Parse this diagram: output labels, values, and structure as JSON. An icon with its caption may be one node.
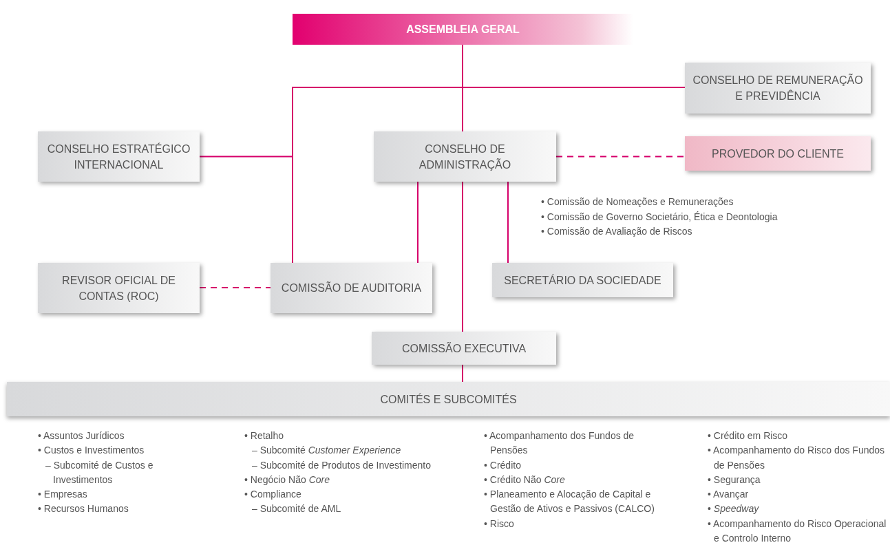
{
  "diagram": {
    "nodes": [
      {
        "text": [
          "ASSEMBLEIA GERAL"
        ]
      },
      {
        "text": [
          "CONSELHO DE REMUNERAÇÃO E PREVIDÊNCIA"
        ]
      },
      {
        "text": [
          "CONSELHO ESTRATÉGICO INTERNACIONAL"
        ]
      },
      {
        "text": [
          "CONSELHO DE ADMINISTRAÇÃO"
        ],
        "beside": [
          "• Comissão de Nomeações e Remunerações",
          "• Comissão de Governo Societário, Ética e Deontologia",
          "• Comissão de Avaliação de Riscos"
        ]
      },
      {
        "text": [
          "PROVEDOR DO CLIENTE"
        ]
      },
      {
        "text": [
          "REVISOR OFICIAL DE CONTAS (ROC)"
        ]
      },
      {
        "text": [
          "COMISSÃO DE AUDITORIA"
        ]
      },
      {
        "text": [
          "SECRETÁRIO DA SOCIEDADE"
        ]
      },
      {
        "text": [
          "COMISSÃO EXECUTIVA"
        ]
      },
      {
        "text": [
          "COMITÉS E SUBCOMITÉS"
        ]
      }
    ],
    "edges": [
      {
        "from": 0,
        "to": 3,
        "arrow": "none"
      },
      {
        "from": 0,
        "to": 1,
        "arrow": "none"
      },
      {
        "from": 0,
        "to": 6,
        "arrow": "none"
      },
      {
        "from": 2,
        "to": 0,
        "arrow": "none"
      },
      {
        "from": 3,
        "to": 4,
        "arrow": "none",
        "style": "dashed"
      },
      {
        "from": 3,
        "to": 6,
        "arrow": "none"
      },
      {
        "from": 3,
        "to": 7,
        "arrow": "none"
      },
      {
        "from": 3,
        "to": 8,
        "arrow": "none"
      },
      {
        "from": 8,
        "to": 9,
        "arrow": "none"
      },
      {
        "from": 5,
        "to": 6,
        "arrow": "none",
        "style": "dashed"
      }
    ],
    "labels": [
      "• Assuntos Jurídicos",
      "• Custos e Investimentos",
      "– Subcomité de Custos e Investimentos",
      "• Empresas",
      "• Recursos Humanos",
      "• Retalho",
      "– Subcomité *Customer Experience*",
      "– Subcomité de Produtos de Investimento",
      "• Negócio Não *Core*",
      "• Compliance",
      "– Subcomité de AML",
      "• Acompanhamento dos Fundos de Pensões",
      "• Crédito",
      "• Crédito Não *Core*",
      "• Planeamento e Alocação de Capital e Gestão de Ativos e Passivos (CALCO)",
      "• Risco",
      "• Crédito em Risco",
      "• Acompanhamento do Risco dos Fundos de Pensões",
      "• Segurança",
      "• Avançar",
      "• *Speedway*",
      "• Acompanhamento do Risco Operacional e Controlo Interno"
    ]
  }
}
